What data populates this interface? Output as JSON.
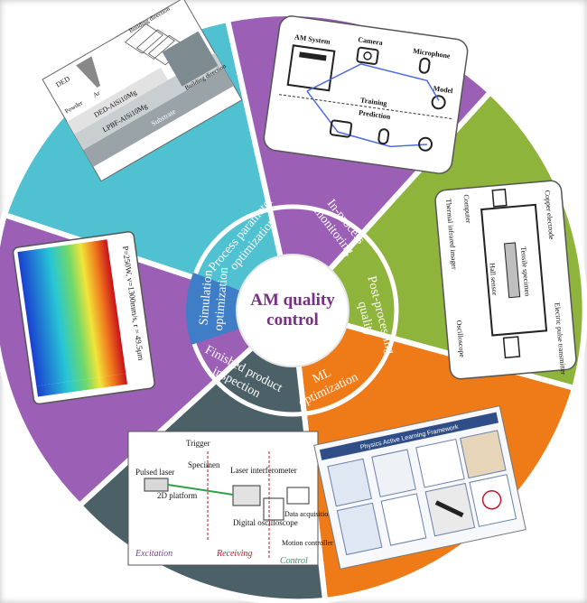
{
  "center": {
    "line1": "AM quality",
    "line2": "control"
  },
  "sectors": {
    "process": {
      "line1": "Process parameter",
      "line2": "optimization",
      "color": "#4fc1d1"
    },
    "inprocess": {
      "line1": "In-process",
      "line2": "monitoring",
      "color": "#9b5fb5"
    },
    "postprocess": {
      "line1": "Post-processing",
      "line2": "quality",
      "color": "#8fb43c"
    },
    "ml": {
      "line1": "ML",
      "line2": "optimization",
      "color": "#ee7a18"
    },
    "inspection": {
      "line1": "Finished product",
      "line2": "inspection",
      "color": "#4c6068"
    },
    "simulation": {
      "line1": "Simulation",
      "line2": "optimization",
      "color": "#9b5fb5"
    }
  },
  "inner_colors": {
    "simulation": "#3f7ec6"
  },
  "panels": {
    "ded": {
      "ded_label": "DED",
      "ar_label": "Ar",
      "powder_label": "Powder",
      "layer1": "DED-AlSi10Mg",
      "layer2": "LPBF-AlSi10Mg",
      "substrate": "Substrate",
      "build_dir1": "Building direction",
      "build_dir2": "Building direction"
    },
    "monitoring": {
      "am_system": "AM System",
      "camera": "Camera",
      "microphone": "Microphone",
      "model": "Model",
      "training": "Training",
      "prediction": "Prediction"
    },
    "tensile": {
      "copper": "Copper electrode",
      "thermal": "Thermal infrared imager",
      "pulse": "Electric pulse transmitter",
      "specimen": "Tensile specimen",
      "hall": "Hall sensor",
      "oscilloscope": "Oscilloscope",
      "computer": "Computer"
    },
    "simulation": {
      "params": "P=250W, v=1300mm/s, r = 49.5μm"
    },
    "laser": {
      "trigger": "Trigger",
      "pulsed_laser": "Pulsed laser",
      "specimen": "Specimen",
      "interferometer": "Laser interferometer",
      "platform": "2D platform",
      "oscilloscope": "Digital oscilloscope",
      "data_acq": "Data acquisition",
      "motion": "Motion controller",
      "excitation": "Excitation",
      "receiving": "Receiving",
      "control": "Control"
    },
    "ml": {
      "header": "Physics Active Learning Framework"
    }
  }
}
